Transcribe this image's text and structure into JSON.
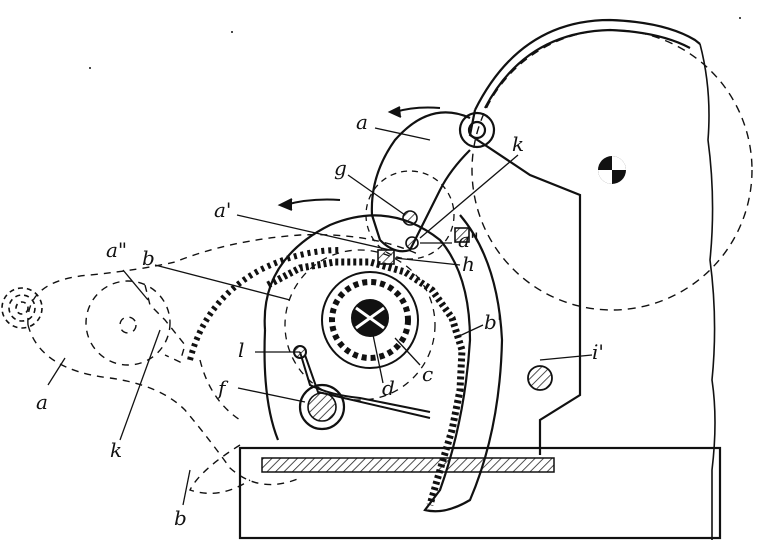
{
  "figure": {
    "labels": {
      "a_top": "a",
      "a_left": "a",
      "a_prime": "a'",
      "a_dprime_left": "a\"",
      "a_dprime_right": "a\"",
      "b_upper": "b",
      "b_prime": "b'",
      "b_lower": "b",
      "c": "c",
      "d": "d",
      "f": "f",
      "g": "g",
      "h": "h",
      "i_prime": "i'",
      "k_top": "k",
      "k_lower": "k",
      "l": "l"
    },
    "colors": {
      "ink": "#111111",
      "paper": "#ffffff",
      "hatch": "#222222"
    }
  }
}
